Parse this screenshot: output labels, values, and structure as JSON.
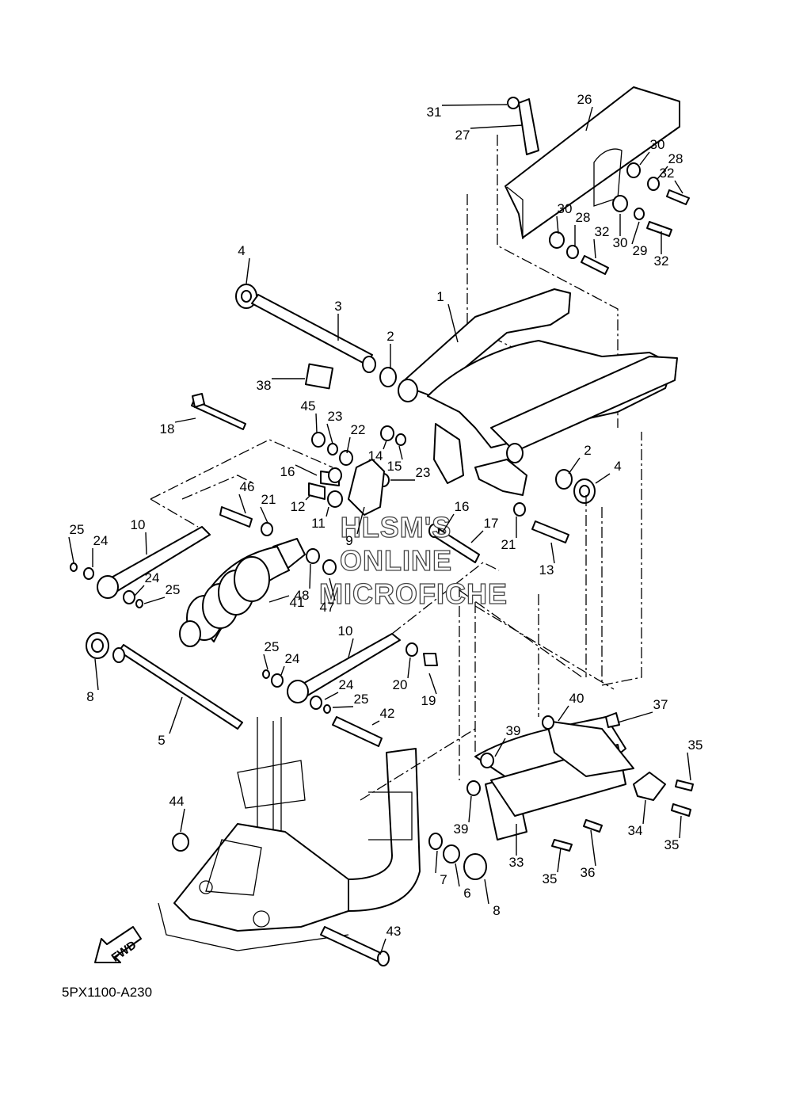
{
  "diagram": {
    "code": "5PX1100-A230",
    "direction_label": "FWD",
    "watermark": [
      "HLSM'S",
      "ONLINE",
      "MICROFICHE"
    ]
  },
  "callouts": [
    {
      "id": "c1",
      "label": "1"
    },
    {
      "id": "c2a",
      "label": "2"
    },
    {
      "id": "c2b",
      "label": "2"
    },
    {
      "id": "c3",
      "label": "3"
    },
    {
      "id": "c4a",
      "label": "4"
    },
    {
      "id": "c4b",
      "label": "4"
    },
    {
      "id": "c5",
      "label": "5"
    },
    {
      "id": "c6",
      "label": "6"
    },
    {
      "id": "c7",
      "label": "7"
    },
    {
      "id": "c8a",
      "label": "8"
    },
    {
      "id": "c8b",
      "label": "8"
    },
    {
      "id": "c9",
      "label": "9"
    },
    {
      "id": "c10a",
      "label": "10"
    },
    {
      "id": "c10b",
      "label": "10"
    },
    {
      "id": "c11",
      "label": "11"
    },
    {
      "id": "c12",
      "label": "12"
    },
    {
      "id": "c13",
      "label": "13"
    },
    {
      "id": "c14",
      "label": "14"
    },
    {
      "id": "c15",
      "label": "15"
    },
    {
      "id": "c16a",
      "label": "16"
    },
    {
      "id": "c16b",
      "label": "16"
    },
    {
      "id": "c17",
      "label": "17"
    },
    {
      "id": "c18",
      "label": "18"
    },
    {
      "id": "c19",
      "label": "19"
    },
    {
      "id": "c20",
      "label": "20"
    },
    {
      "id": "c21a",
      "label": "21"
    },
    {
      "id": "c21b",
      "label": "21"
    },
    {
      "id": "c22",
      "label": "22"
    },
    {
      "id": "c23a",
      "label": "23"
    },
    {
      "id": "c23b",
      "label": "23"
    },
    {
      "id": "c24a",
      "label": "24"
    },
    {
      "id": "c24b",
      "label": "24"
    },
    {
      "id": "c24c",
      "label": "24"
    },
    {
      "id": "c24d",
      "label": "24"
    },
    {
      "id": "c25a",
      "label": "25"
    },
    {
      "id": "c25b",
      "label": "25"
    },
    {
      "id": "c25c",
      "label": "25"
    },
    {
      "id": "c25d",
      "label": "25"
    },
    {
      "id": "c26",
      "label": "26"
    },
    {
      "id": "c27",
      "label": "27"
    },
    {
      "id": "c28a",
      "label": "28"
    },
    {
      "id": "c28b",
      "label": "28"
    },
    {
      "id": "c29",
      "label": "29"
    },
    {
      "id": "c30a",
      "label": "30"
    },
    {
      "id": "c30b",
      "label": "30"
    },
    {
      "id": "c30c",
      "label": "30"
    },
    {
      "id": "c31",
      "label": "31"
    },
    {
      "id": "c32a",
      "label": "32"
    },
    {
      "id": "c32b",
      "label": "32"
    },
    {
      "id": "c32c",
      "label": "32"
    },
    {
      "id": "c33",
      "label": "33"
    },
    {
      "id": "c34",
      "label": "34"
    },
    {
      "id": "c35a",
      "label": "35"
    },
    {
      "id": "c35b",
      "label": "35"
    },
    {
      "id": "c35c",
      "label": "35"
    },
    {
      "id": "c36",
      "label": "36"
    },
    {
      "id": "c37",
      "label": "37"
    },
    {
      "id": "c38",
      "label": "38"
    },
    {
      "id": "c39a",
      "label": "39"
    },
    {
      "id": "c39b",
      "label": "39"
    },
    {
      "id": "c40",
      "label": "40"
    },
    {
      "id": "c41",
      "label": "41"
    },
    {
      "id": "c42",
      "label": "42"
    },
    {
      "id": "c43",
      "label": "43"
    },
    {
      "id": "c44",
      "label": "44"
    },
    {
      "id": "c45",
      "label": "45"
    },
    {
      "id": "c46",
      "label": "46"
    },
    {
      "id": "c47",
      "label": "47"
    },
    {
      "id": "c48",
      "label": "48"
    }
  ]
}
